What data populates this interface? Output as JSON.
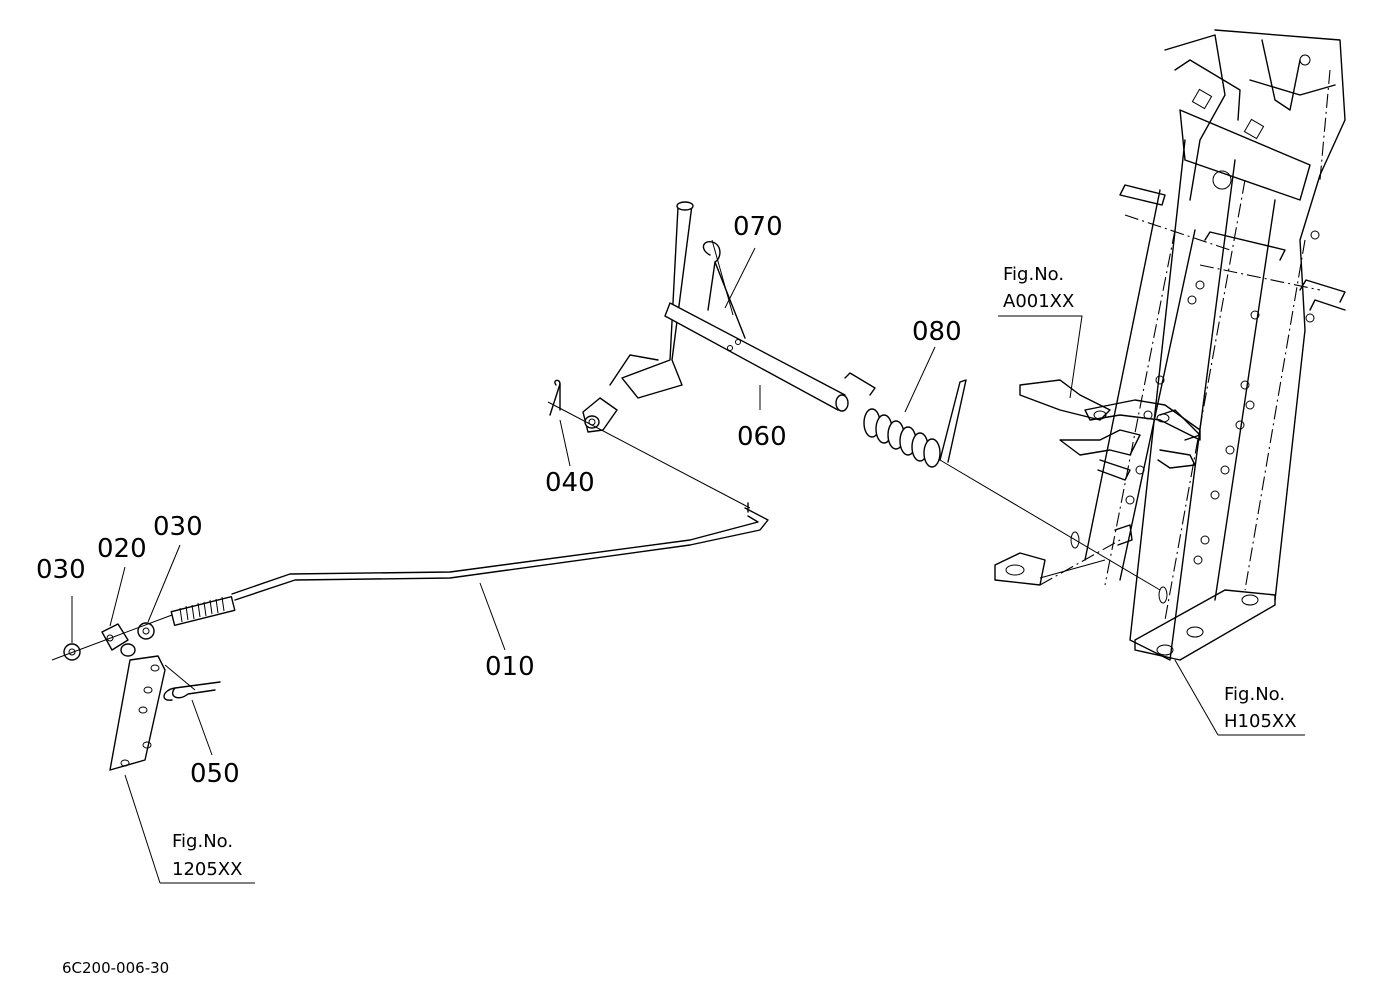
{
  "diagram_code": "6C200-006-30",
  "parts": {
    "p010": "010",
    "p020": "020",
    "p030a": "030",
    "p030b": "030",
    "p040": "040",
    "p050": "050",
    "p060": "060",
    "p070": "070",
    "p080": "080"
  },
  "figure_refs": {
    "a001": {
      "line1": "Fig.No.",
      "line2": "A001XX"
    },
    "h105": {
      "line1": "Fig.No.",
      "line2": "H105XX"
    },
    "f1205": {
      "line1": "Fig.No.",
      "line2": "1205XX"
    }
  }
}
